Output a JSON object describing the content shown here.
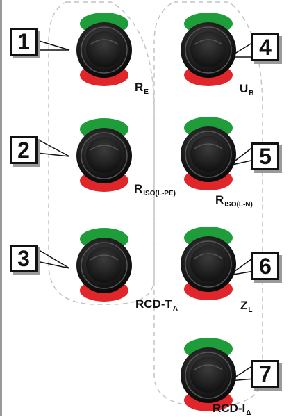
{
  "buttons": [
    {
      "number": "1",
      "label": "R",
      "sub": "E"
    },
    {
      "number": "2",
      "label": "R",
      "sub": "ISO(L-PE)"
    },
    {
      "number": "3",
      "label": "RCD-T",
      "sub": "A"
    },
    {
      "number": "4",
      "label": "U",
      "sub": "B"
    },
    {
      "number": "5",
      "label": "R",
      "sub": "ISO(L-N)"
    },
    {
      "number": "6",
      "label": "Z",
      "sub": "L"
    },
    {
      "number": "7",
      "label": "RCD-I",
      "sub": "Δ"
    }
  ],
  "colors": {
    "top_led": "#1f9d3a",
    "bottom_led": "#e0262b",
    "knob": "#1a1a1a",
    "dashed": "#bdbdbd"
  }
}
